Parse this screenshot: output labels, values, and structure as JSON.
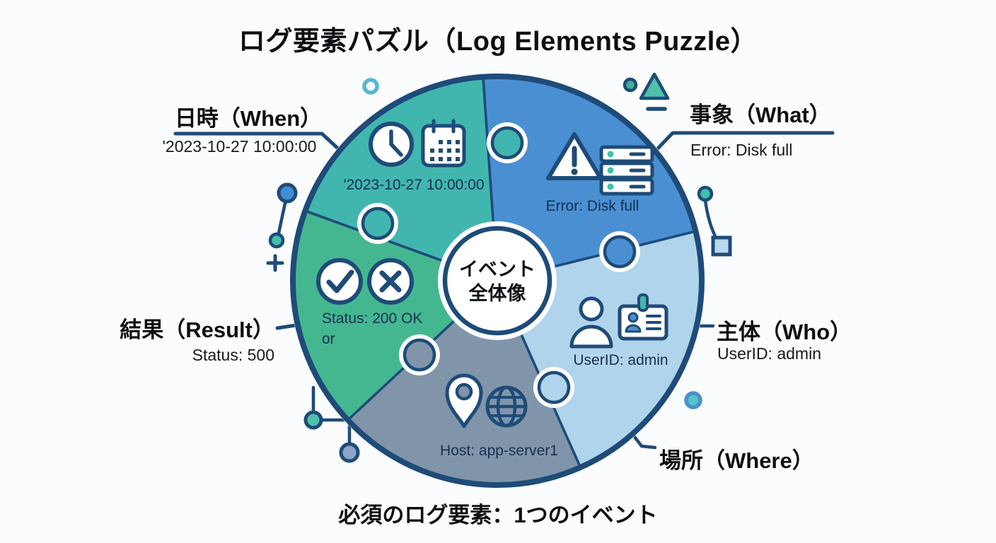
{
  "title": "ログ要素パズル（Log Elements Puzzle）",
  "caption": "必須のログ要素：1つのイベント",
  "center": {
    "line1": "イベント",
    "line2": "全体像"
  },
  "labels": {
    "when": {
      "heading": "日時（When）",
      "value": "'2023-10-27 10:00:00"
    },
    "what": {
      "heading": "事象（What）",
      "value": "Error: Disk full"
    },
    "who": {
      "heading": "主体（Who）",
      "value": "UserID: admin"
    },
    "where": {
      "heading": "場所（Where）"
    },
    "result": {
      "heading": "結果（Result）",
      "value": "Status: 500"
    }
  },
  "segments": {
    "when": {
      "color": "#41b6ae",
      "value": "'2023-10-27 10:00:00",
      "icons": [
        "clock-icon",
        "calendar-icon"
      ]
    },
    "what": {
      "color": "#4a8fd2",
      "value": "Error: Disk full",
      "icons": [
        "warning-icon",
        "server-stack-icon"
      ]
    },
    "who": {
      "color": "#b0d4ec",
      "value": "UserID: admin",
      "icons": [
        "person-icon",
        "id-card-icon"
      ]
    },
    "where": {
      "color": "#8195aa",
      "value": "Host: app-server1",
      "icons": [
        "location-pin-icon",
        "globe-icon"
      ]
    },
    "result": {
      "color": "#44b791",
      "value_line1": "Status: 200 OK",
      "value_line2": "or",
      "icons": [
        "check-circle-icon",
        "x-circle-icon"
      ]
    }
  },
  "colors": {
    "outline_navy": "#1e4b78",
    "background": "#fbfcfd",
    "deco_ring": "#56b6d6",
    "deco_green_dot": "#3eae93",
    "deco_triangle": "#4fc0ad",
    "deco_blue_dot": "#3e8ed4",
    "deco_teal_dot": "#3fbfae",
    "deco_square": "#b8d9ee",
    "deco_circuit_teal": "#4cc0a9",
    "deco_circuit_gray": "#8ea6c6",
    "deco_br_dot_fill": "#57c5c5",
    "deco_br_dot_ring": "#4a90d0"
  }
}
